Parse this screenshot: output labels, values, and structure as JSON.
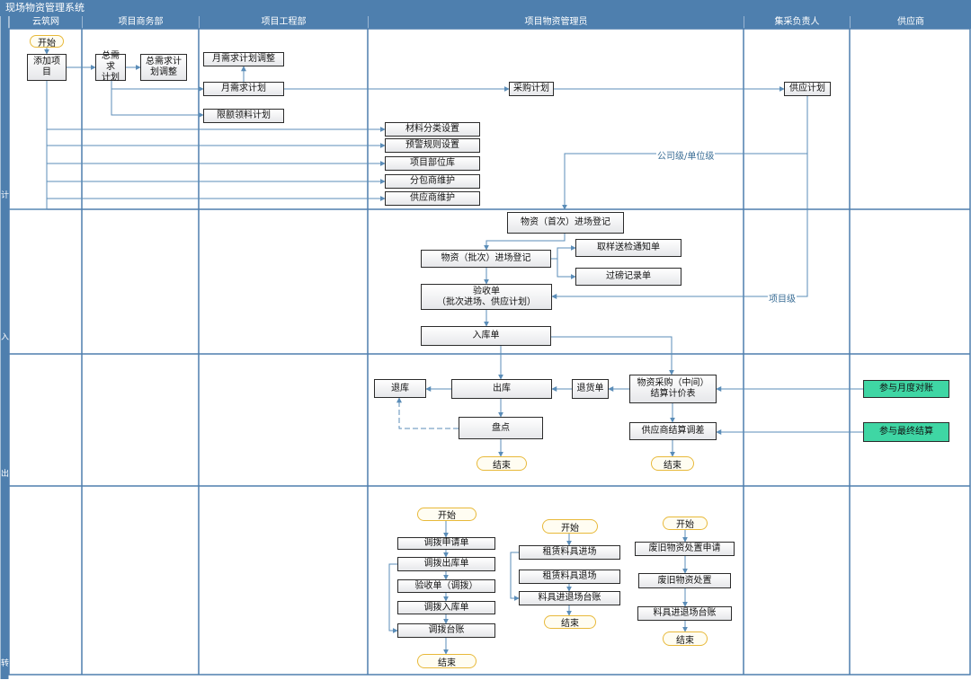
{
  "title": "现场物资管理系统",
  "lanes": [
    "云筑网",
    "项目商务部",
    "项目工程部",
    "项目物资管理员",
    "集采负责人",
    "供应商"
  ],
  "row_labels": [
    "计",
    "入",
    "出",
    "转"
  ],
  "nodes": {
    "start1": "开始",
    "add_project": "添加项\n目",
    "total_demand": "总需求\n计划",
    "total_demand_adj": "总需求计\n划调整",
    "month_plan_adj": "月需求计划调整",
    "month_plan": "月需求计划",
    "quota_plan": "限额领料计划",
    "purchase_plan": "采购计划",
    "supply_plan": "供应计划",
    "mat_category": "材料分类设置",
    "warn_rule": "预警规则设置",
    "part_lib": "项目部位库",
    "sub_contractor": "分包商维护",
    "supplier_maint": "供应商维护",
    "first_entry": "物资（首次）进场登记",
    "batch_entry": "物资（批次）进场登记",
    "sample_notice": "取样送检通知单",
    "weigh_record": "过磅记录单",
    "acceptance": "验收单\n（批次进场、供应计划）",
    "warehouse_in": "入库单",
    "return_stock": "退库",
    "outbound": "出库",
    "return_goods": "退货单",
    "purchase_settle": "物资采购（中间）\n结算计价表",
    "inventory": "盘点",
    "supplier_settle": "供应商结算调差",
    "monthly_check": "参与月度对账",
    "final_settle": "参与最终结算",
    "end1": "结束",
    "end2": "结束",
    "start2": "开始",
    "transfer_apply": "调拨申请单",
    "transfer_out": "调拨出库单",
    "transfer_accept": "验收单（调拨）",
    "transfer_in": "调拨入库单",
    "transfer_ledger": "调拨台账",
    "end3": "结束",
    "start3": "开始",
    "rent_in": "租赁料具进场",
    "rent_out": "租赁料具退场",
    "tool_ledger1": "料具进退场台账",
    "end4": "结束",
    "start4": "开始",
    "scrap_apply": "废旧物资处置申请",
    "scrap_dispose": "废旧物资处置",
    "tool_ledger2": "料具进退场台账",
    "end5": "结束"
  },
  "edge_labels": {
    "company_unit": "公司级/单位级",
    "project_level": "项目级"
  },
  "colors": {
    "header": "#4e7fae",
    "line": "#5b8db8",
    "terminal_border": "#e8b93a",
    "green": "#3fd6a4"
  }
}
